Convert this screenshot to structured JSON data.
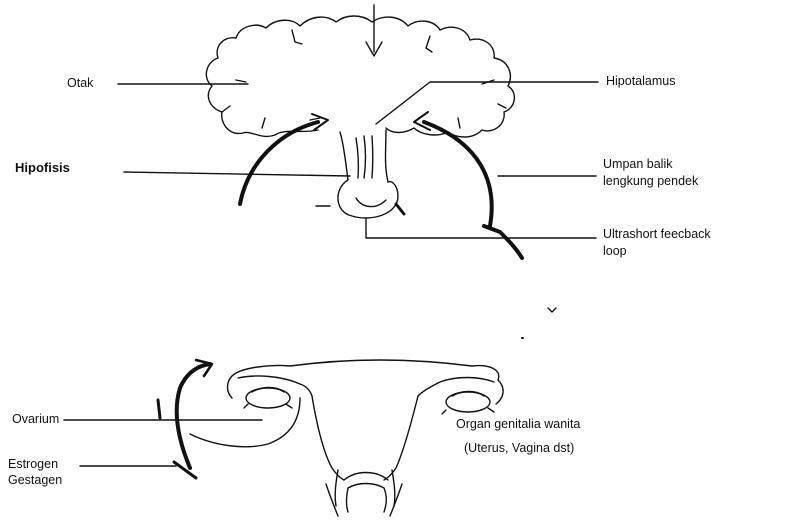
{
  "labels": {
    "otak": "Otak",
    "hipotalamus": "Hipotalamus",
    "hipofisis": "Hipofisis",
    "umpan_balik_1": "Umpan balik",
    "umpan_balik_2": "lengkung pendek",
    "ultrashort_1": "Ultrashort feecback",
    "ultrashort_2": "loop",
    "ovarium": "Ovarium",
    "organ": "Organ genitalia wanita",
    "organ_sub": "(Uterus, Vagina dst)",
    "estrogen": "Estrogen",
    "gestagen": "Gestagen"
  },
  "colors": {
    "ink": "#111111",
    "background": "#ffffff"
  }
}
